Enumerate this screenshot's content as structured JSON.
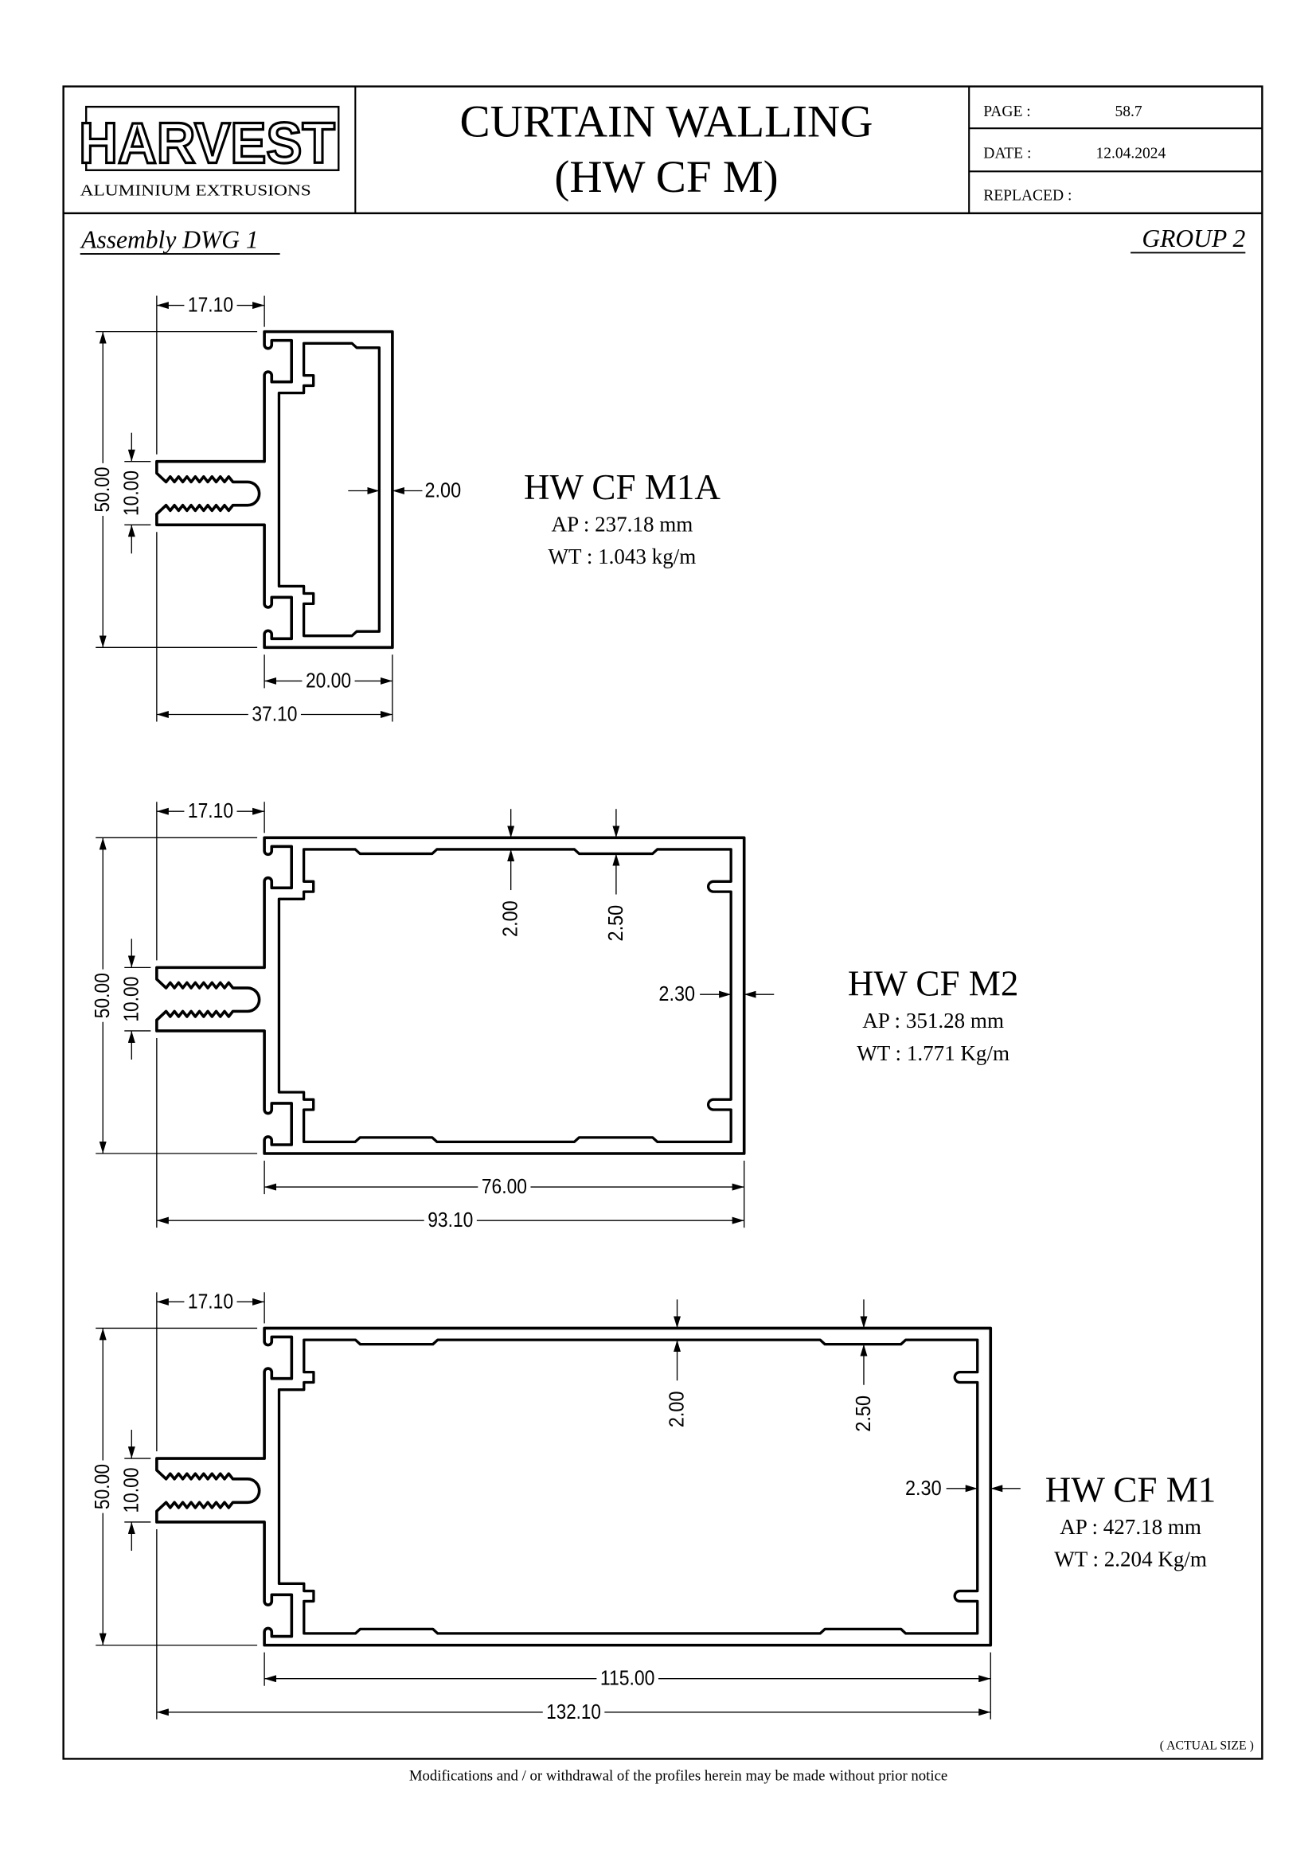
{
  "header": {
    "logo_text": "HARVEST",
    "logo_subtitle": "ALUMINIUM EXTRUSIONS",
    "title_line1": "CURTAIN WALLING",
    "title_line2": "(HW CF M)",
    "page_label": "PAGE :",
    "page_value": "58.7",
    "date_label": "DATE :",
    "date_value": "12.04.2024",
    "replaced_label": "REPLACED :",
    "replaced_value": ""
  },
  "subheader": {
    "left": "Assembly DWG 1",
    "right": "GROUP 2"
  },
  "profiles": [
    {
      "name": "HW CF M1A",
      "ap": "AP : 237.18 mm",
      "wt": "WT : 1.043 kg/m",
      "dims": {
        "fin_offset": "17.10",
        "height": "50.00",
        "fin_height": "10.00",
        "side_wall": "2.00",
        "body_width": "20.00",
        "overall_width": "37.10"
      }
    },
    {
      "name": "HW CF M2",
      "ap": "AP : 351.28 mm",
      "wt": "WT : 1.771 Kg/m",
      "dims": {
        "fin_offset": "17.10",
        "height": "50.00",
        "fin_height": "10.00",
        "top_wall_thin": "2.00",
        "top_wall_thick": "2.50",
        "side_wall": "2.30",
        "body_width": "76.00",
        "overall_width": "93.10"
      }
    },
    {
      "name": "HW CF M1",
      "ap": "AP : 427.18 mm",
      "wt": "WT : 2.204 Kg/m",
      "dims": {
        "fin_offset": "17.10",
        "height": "50.00",
        "fin_height": "10.00",
        "top_wall_thin": "2.00",
        "top_wall_thick": "2.50",
        "side_wall": "2.30",
        "body_width": "115.00",
        "overall_width": "132.10"
      }
    }
  ],
  "scale_note": "( ACTUAL SIZE )",
  "footer": "Modifications and / or withdrawal of the profiles herein may be made without prior notice",
  "colors": {
    "ink": "#000000",
    "paper": "#ffffff"
  }
}
